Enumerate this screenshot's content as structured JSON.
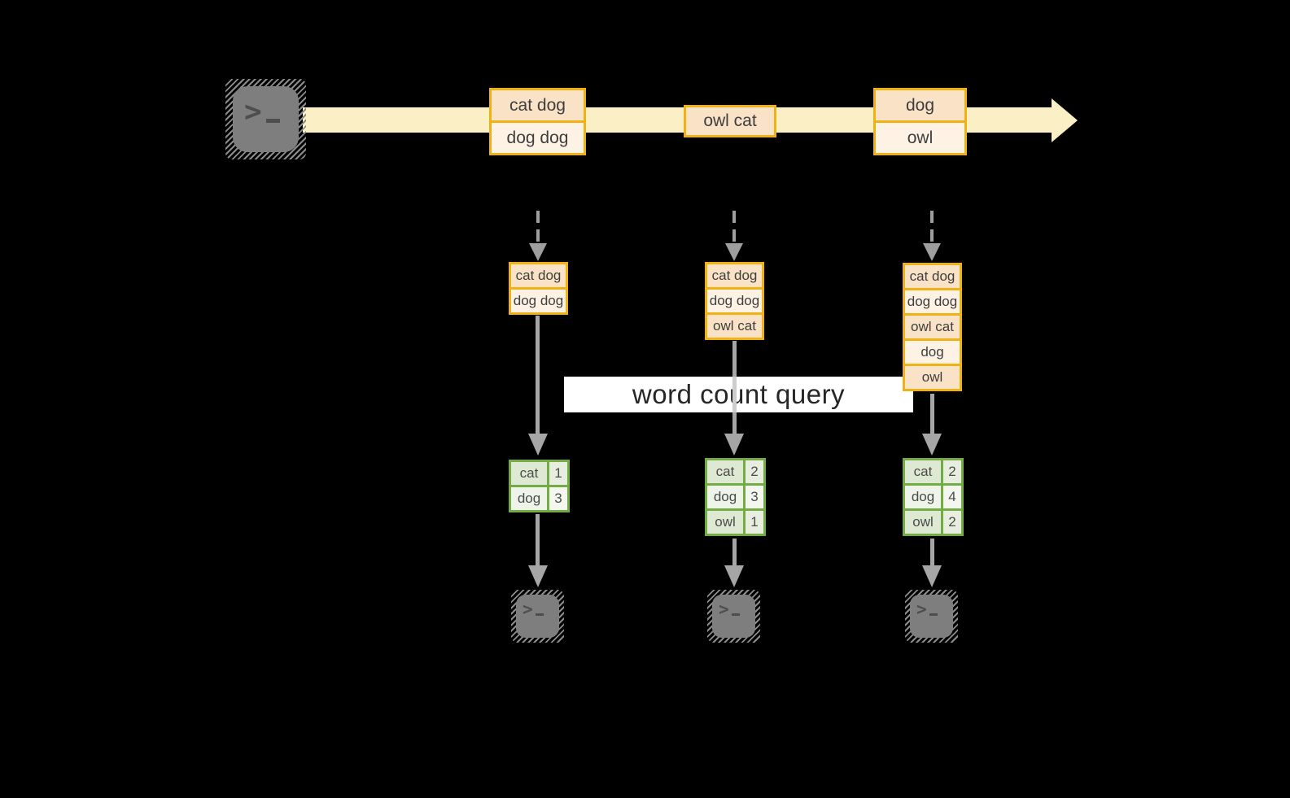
{
  "query_label": "word count query",
  "stream": {
    "source_icon": "terminal-icon",
    "batches": [
      {
        "rows": [
          "cat dog",
          "dog dog"
        ]
      },
      {
        "rows": [
          "owl cat"
        ]
      },
      {
        "rows": [
          "dog",
          "owl"
        ]
      }
    ]
  },
  "columns": [
    {
      "input_rows": [
        "cat dog",
        "dog dog"
      ],
      "counts": [
        {
          "word": "cat",
          "count": 1
        },
        {
          "word": "dog",
          "count": 3
        }
      ]
    },
    {
      "input_rows": [
        "cat dog",
        "dog dog",
        "owl cat"
      ],
      "counts": [
        {
          "word": "cat",
          "count": 2
        },
        {
          "word": "dog",
          "count": 3
        },
        {
          "word": "owl",
          "count": 1
        }
      ]
    },
    {
      "input_rows": [
        "cat dog",
        "dog dog",
        "owl cat",
        "dog",
        "owl"
      ],
      "counts": [
        {
          "word": "cat",
          "count": 2
        },
        {
          "word": "dog",
          "count": 4
        },
        {
          "word": "owl",
          "count": 2
        }
      ]
    }
  ],
  "colors": {
    "background": "#000000",
    "stream_band": "#FBEFC6",
    "box_border": "#F0B112",
    "box_fill_dark": "#FAE2C6",
    "box_fill_light": "#FDF2E4",
    "table_border": "#74AC44",
    "table_fill_dark": "#DEE9D4",
    "table_fill_light": "#EEF4EA",
    "arrow_gray": "#A6A6A6",
    "banner_bg": "#FFFFFF"
  }
}
